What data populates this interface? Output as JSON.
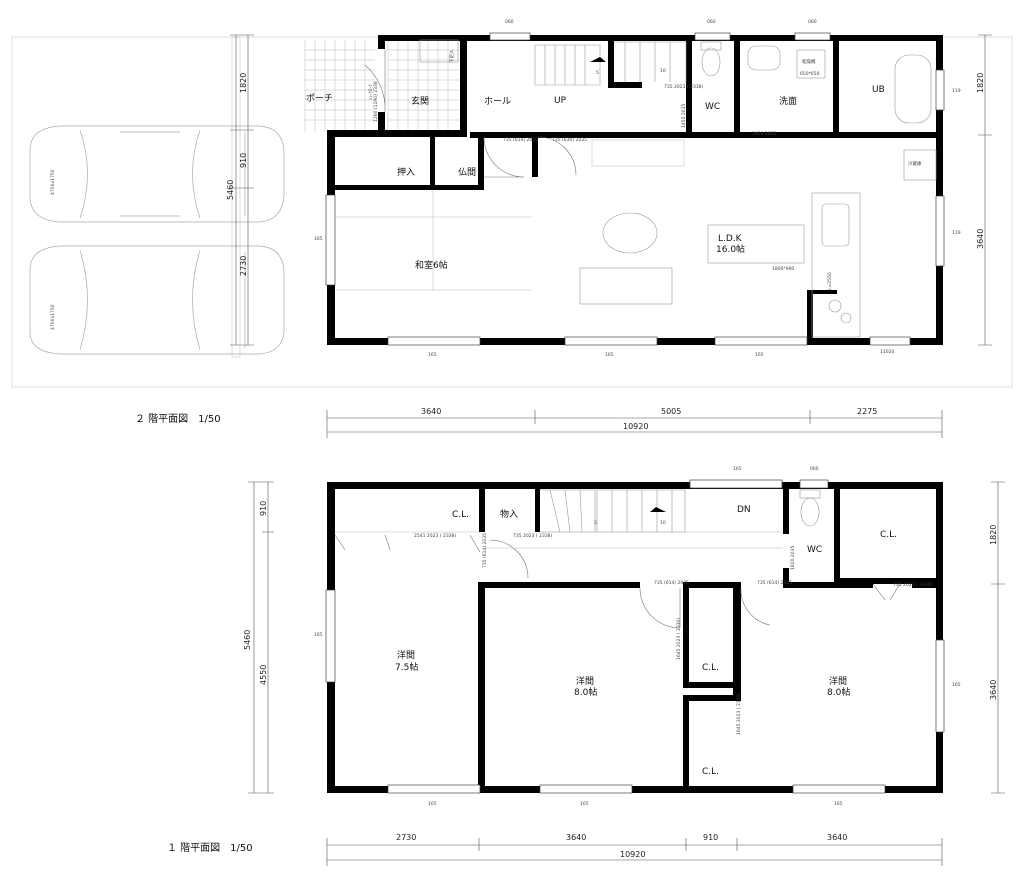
{
  "floor2": {
    "title": "２ 階平面図　1/50",
    "rooms": {
      "porch": "ポーチ",
      "entrance": "玄関",
      "hall": "ホール",
      "up": "UP",
      "wc": "WC",
      "washroom": "洗面",
      "ub": "UB",
      "oshiire": "押入",
      "butsuma": "仏間",
      "washitsu": "和室6帖",
      "ldk": "L.D.K",
      "ldk_size": "16.0帖",
      "fridge": "冷蔵庫",
      "shoebox": "下足入",
      "shoe_cl": "ｼｭｰｸﾛｰｸ",
      "dryer": "乾燥機",
      "dryer_size": "650*650",
      "table_size": "1800*900",
      "kitchen_len": "L=2550"
    },
    "notes": {
      "door_entry": "1260\n(1190)\n2338",
      "door1": "735\n(614)\n2035",
      "door2": "735\n(634)\n2035",
      "door3": "735\n2023\n( 2338)",
      "door_wc": "1455\n2035",
      "door_wash": "1450\n2035",
      "stair_step5": "5",
      "stair_step10": "10",
      "w060_a": "060",
      "w060_b": "060",
      "w060_c": "060",
      "w119_a": "119",
      "w119_b": "119",
      "w165_a": "165",
      "w165_b": "165",
      "w165_c": "165",
      "w165_d": "165",
      "w11020": "11020"
    },
    "dims_top": [
      "3640",
      "5005",
      "2275"
    ],
    "dim_total": "10920",
    "dims_left": [
      "1820",
      "910",
      "2730"
    ],
    "dim_left_total": "5460",
    "dims_right": [
      "1820",
      "3640"
    ],
    "cars": [
      "4700x1750",
      "4700x1750"
    ]
  },
  "floor1": {
    "title": "１ 階平面図　1/50",
    "rooms": {
      "cl_top": "C.L.",
      "monoire": "物入",
      "dn": "DN",
      "wc": "WC",
      "cl_right": "C.L.",
      "yoma1": "洋間",
      "yoma1_size": "7.5帖",
      "yoma2": "洋間",
      "yoma2_size": "8.0帖",
      "cl_mid_top": "C.L.",
      "cl_mid_bot": "C.L.",
      "yoma3": "洋間",
      "yoma3_size": "8.0帖"
    },
    "notes": {
      "cl_door": "2541\n2023\n( 2338)",
      "door_mono": "735\n2023\n( 2338)",
      "door_small": "735\n(614)\n2035",
      "door_y2": "735\n(614)\n2035",
      "door_y3": "735\n(614)\n2025",
      "door_cl": "735\n2023\n( 2330)",
      "door_wc": "1820\n2035",
      "cl_mid1": "1645\n2023\n( 2330)",
      "cl_mid2": "1645\n2023\n( 2330)",
      "stair_step5": "5",
      "stair_step10": "10",
      "w165_top": "165",
      "w060": "060",
      "w165_left": "165",
      "w165_right": "165",
      "w165_b1": "165",
      "w165_b2": "165",
      "w165_b3": "165"
    },
    "dims_bottom": [
      "2730",
      "3640",
      "910",
      "3640"
    ],
    "dim_total": "10920",
    "dims_left": [
      "910",
      "4550"
    ],
    "dim_left_total": "5460",
    "dims_right": [
      "1820",
      "3640"
    ]
  }
}
